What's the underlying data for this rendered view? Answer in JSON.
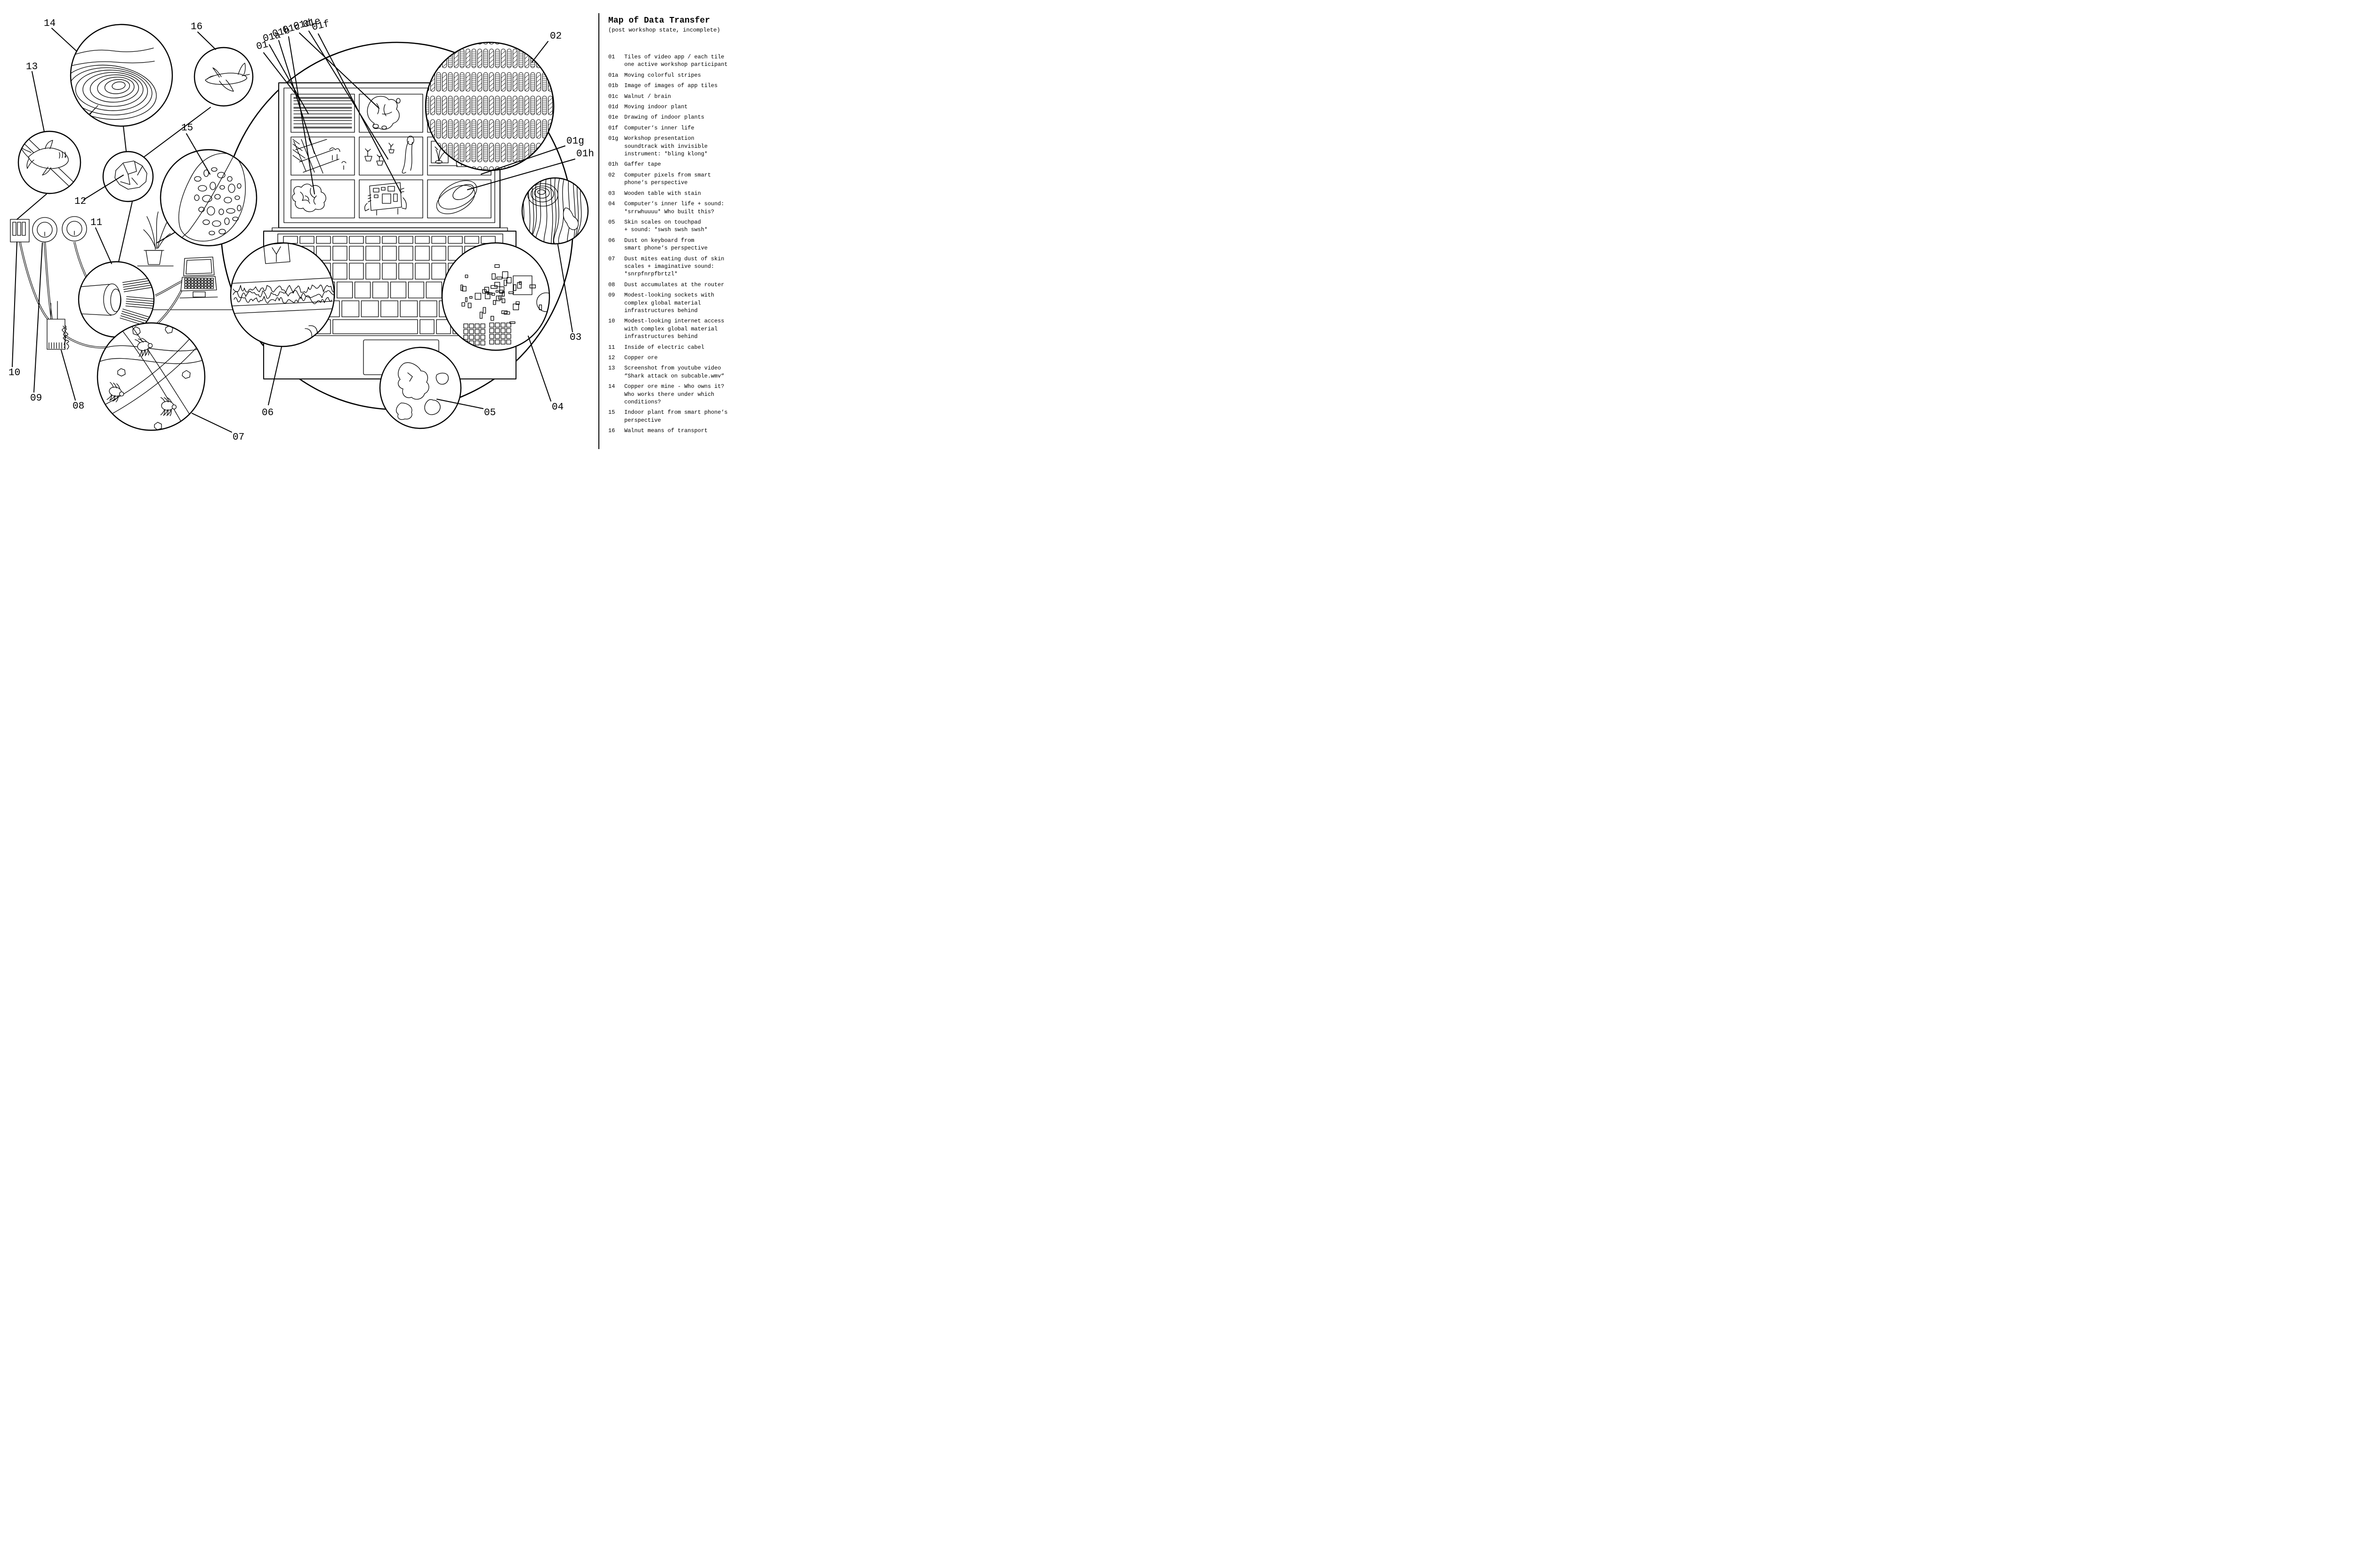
{
  "title": "Map of Data Transfer",
  "subtitle": "(post workshop state, incomplete)",
  "legend": {
    "items": [
      {
        "num": "01",
        "text": "Tiles of video app / each tile\none active workshop participant"
      },
      {
        "num": "01a",
        "text": "Moving colorful stripes"
      },
      {
        "num": "01b",
        "text": "Image of images of app tiles"
      },
      {
        "num": "01c",
        "text": "Walnut / brain"
      },
      {
        "num": "01d",
        "text": "Moving indoor plant"
      },
      {
        "num": "01e",
        "text": "Drawing of indoor plants"
      },
      {
        "num": "01f",
        "text": "Computer‘s inner life"
      },
      {
        "num": "01g",
        "text": "Workshop presentation\nsoundtrack with invisible\ninstrument: *bling klong*"
      },
      {
        "num": "01h",
        "text": "Gaffer tape"
      },
      {
        "num": "02",
        "text": "Computer pixels from smart\nphone‘s perspective"
      },
      {
        "num": "03",
        "text": "Wooden table with stain"
      },
      {
        "num": "04",
        "text": "Computer‘s inner life + sound:\n*srrwhuuuu* Who built this?"
      },
      {
        "num": "05",
        "text": "Skin scales on touchpad\n+ sound: *swsh swsh swsh*"
      },
      {
        "num": "06",
        "text": "Dust on keyboard from\nsmart phone‘s perspective"
      },
      {
        "num": "07",
        "text": "Dust mites eating dust of skin\nscales + imaginative sound:\n*snrpfnrpfbrtzl*"
      },
      {
        "num": "08",
        "text": "Dust accumulates at the router"
      },
      {
        "num": "09",
        "text": "Modest-looking sockets with\ncomplex global material\ninfrastructures behind"
      },
      {
        "num": "10",
        "text": "Modest-looking internet access\nwith complex global material\ninfrastructures behind"
      },
      {
        "num": "11",
        "text": "Inside of electric cabel"
      },
      {
        "num": "12",
        "text": "Copper ore"
      },
      {
        "num": "13",
        "text": "Screenshot from youtube video\n“Shark attack on subcable.wmv“"
      },
      {
        "num": "14",
        "text": "Copper ore mine - Who owns it?\nWho works there under which\nconditions?"
      },
      {
        "num": "15",
        "text": "Indoor plant from smart phone‘s\nperspective"
      },
      {
        "num": "16",
        "text": "Walnut means of transport"
      }
    ]
  },
  "labels": {
    "n01": "01",
    "n01a": "01a",
    "n01b": "01b",
    "n01c": "01c",
    "n01d": "01d",
    "n01e": "01e",
    "n01f": "01f",
    "n01g": "01g",
    "n01h": "01h",
    "n02": "02",
    "n03": "03",
    "n04": "04",
    "n05": "05",
    "n06": "06",
    "n07": "07",
    "n08": "08",
    "n09": "09",
    "n10": "10",
    "n11": "11",
    "n12": "12",
    "n13": "13",
    "n14": "14",
    "n15": "15",
    "n16": "16"
  }
}
